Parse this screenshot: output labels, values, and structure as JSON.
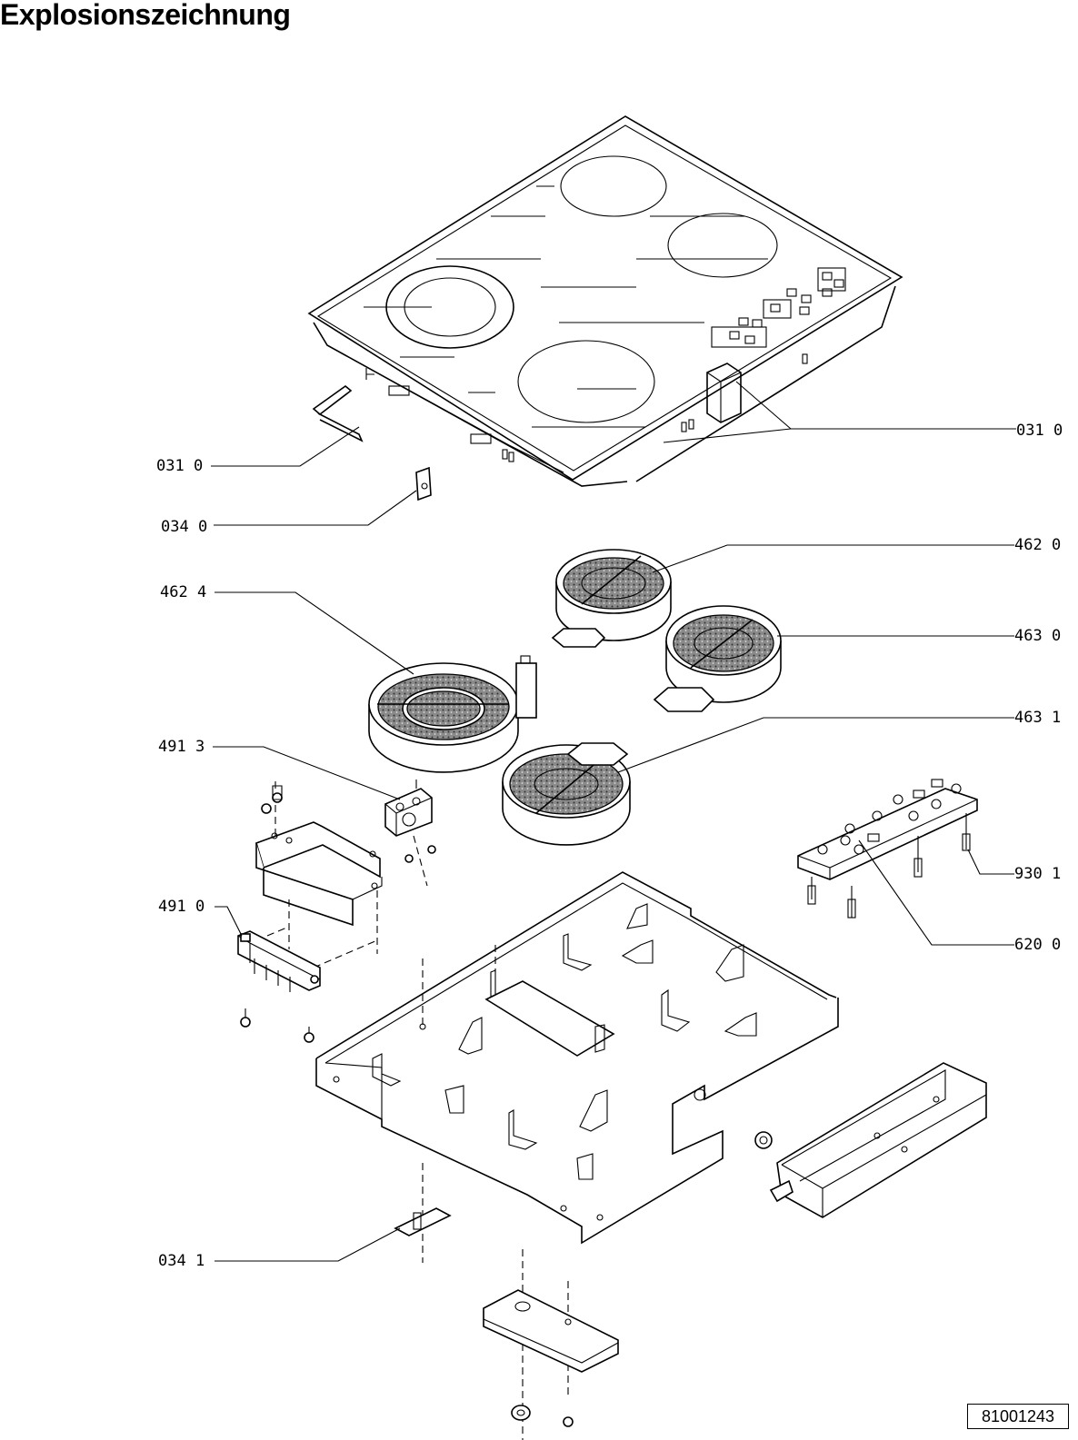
{
  "title": "Explosionszeichnung",
  "document_number": "81001243",
  "part_labels": {
    "glass_top": "031 0",
    "gasket_strip": "031 0",
    "bracket_clip": "034 0",
    "heater_top": "462 0",
    "heater_large": "462 4",
    "heater_right": "463 0",
    "heater_bottom": "463 1",
    "terminal_holder": "491 3",
    "terminal_block": "491 0",
    "spacer_pins": "930 1",
    "control_board": "620 0",
    "bottom_clip": "034 1"
  }
}
